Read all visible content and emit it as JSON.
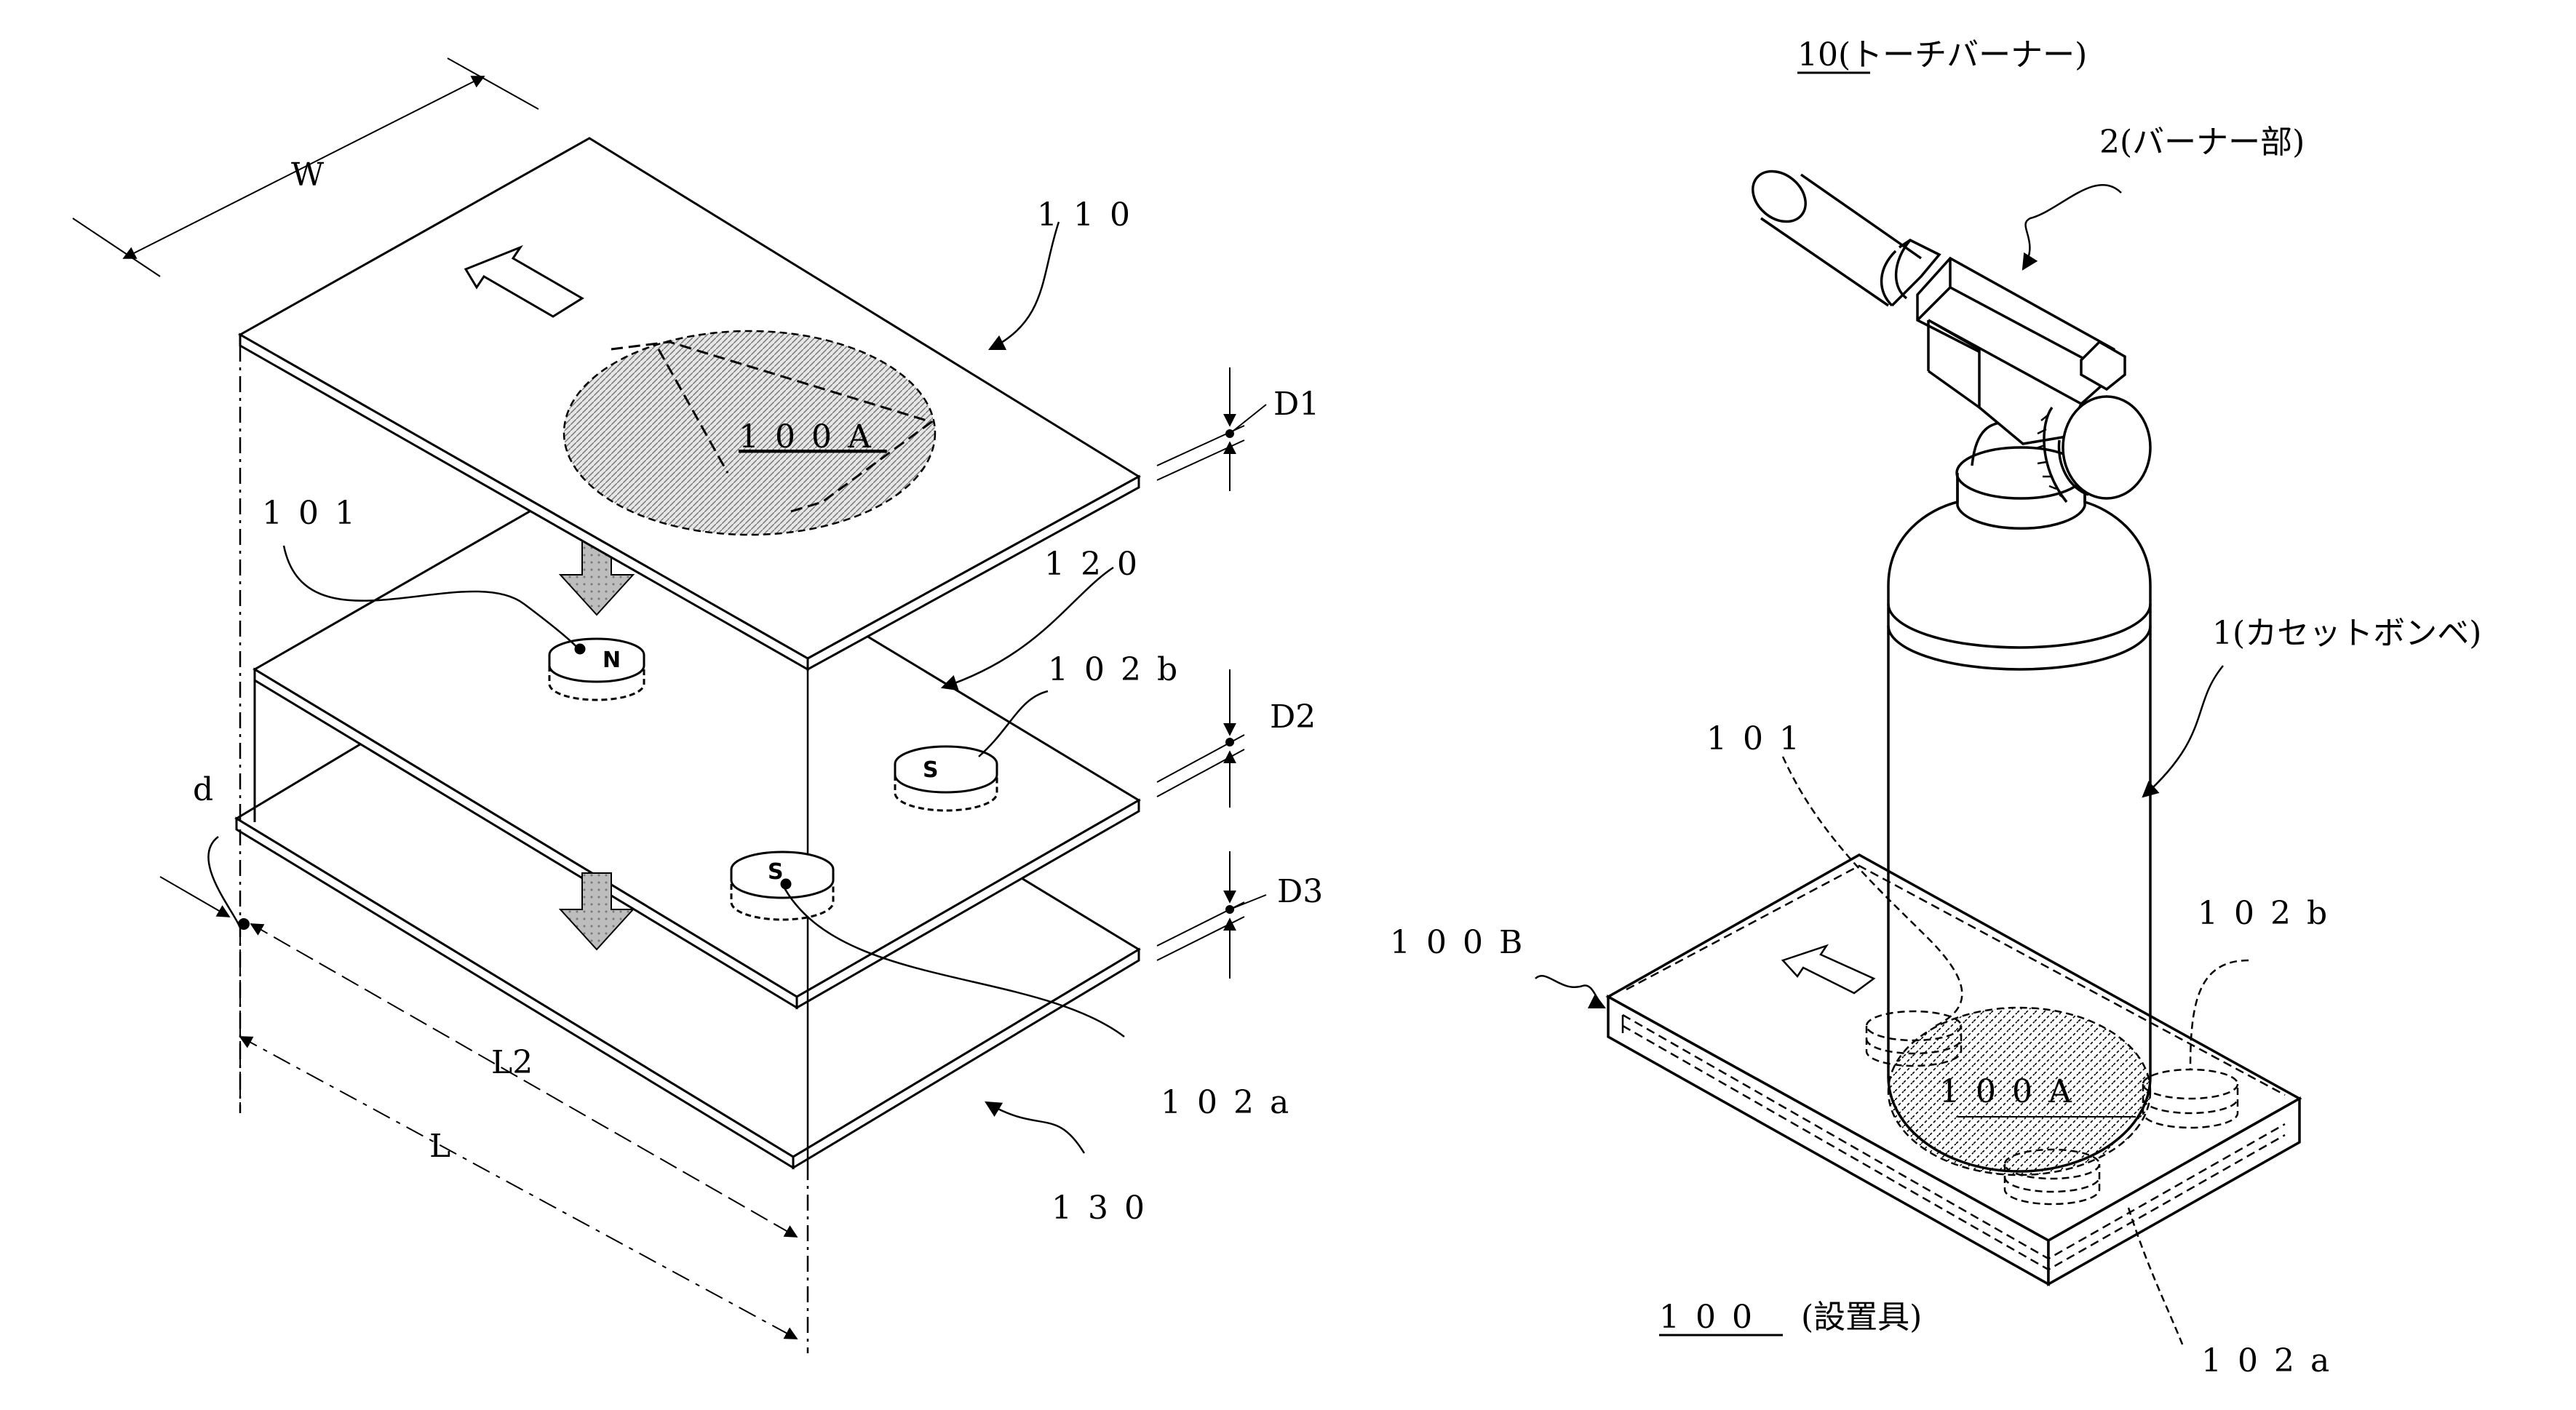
{
  "left_figure": {
    "dim_width": "W",
    "dim_length": "L",
    "dim_length2": "L2",
    "dim_gap": "d",
    "plate_top": "110",
    "plate_middle": "120",
    "plate_bottom": "130",
    "area": "100A",
    "magnet_101": "101",
    "magnet_102a": "102a",
    "magnet_102b": "102b",
    "thickness_1": "D1",
    "thickness_2": "D2",
    "thickness_3": "D3",
    "pole_n": "N",
    "pole_s_1": "S",
    "pole_s_2": "S"
  },
  "right_figure": {
    "torch_burner": "10(トーチバーナー)",
    "burner_part": "2(バーナー部)",
    "cassette_cylinder": "1(カセットボンベ)",
    "magnet_101": "101",
    "magnet_102b": "102b",
    "magnet_102a": "102a",
    "side_100B": "100B",
    "area_100A": "100A",
    "installation": "100",
    "installation_name": "(設置具)"
  },
  "colors": {
    "line": "#000000",
    "hatch": "#9a9a9a",
    "arrow_fill": "#a0a0a0"
  }
}
